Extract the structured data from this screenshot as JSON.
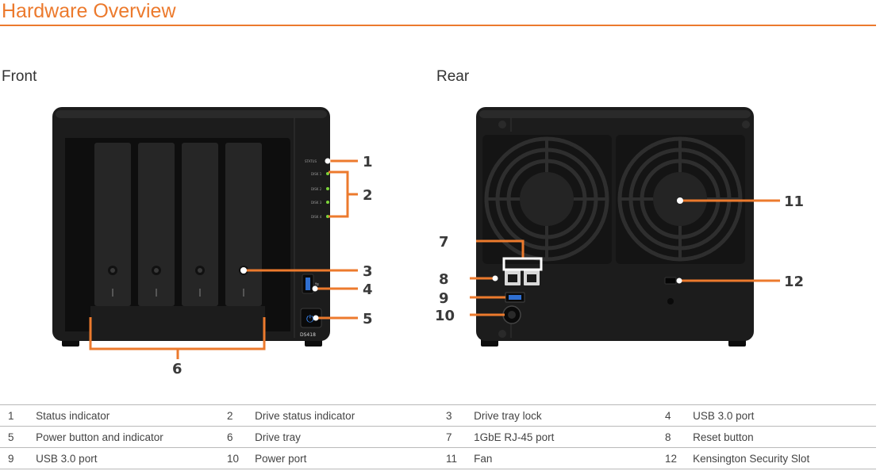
{
  "page": {
    "title": "Hardware Overview",
    "front_label": "Front",
    "rear_label": "Rear"
  },
  "colors": {
    "accent": "#ec7a2d",
    "device_body": "#1c1c1c",
    "led": "#7cd43a"
  },
  "device": {
    "model": "DS418",
    "front_indicators": [
      "STATUS",
      "DISK 1",
      "DISK 2",
      "DISK 3",
      "DISK 4"
    ]
  },
  "callouts": {
    "c1": "1",
    "c2": "2",
    "c3": "3",
    "c4": "4",
    "c5": "5",
    "c6": "6",
    "c7": "7",
    "c8": "8",
    "c9": "9",
    "c10": "10",
    "c11": "11",
    "c12": "12"
  },
  "legend": [
    [
      {
        "num": "1",
        "label": "Status indicator"
      },
      {
        "num": "2",
        "label": "Drive status indicator"
      },
      {
        "num": "3",
        "label": "Drive tray lock"
      },
      {
        "num": "4",
        "label": "USB 3.0 port"
      }
    ],
    [
      {
        "num": "5",
        "label": "Power button and indicator"
      },
      {
        "num": "6",
        "label": "Drive tray"
      },
      {
        "num": "7",
        "label": "1GbE RJ-45 port"
      },
      {
        "num": "8",
        "label": "Reset button"
      }
    ],
    [
      {
        "num": "9",
        "label": "USB 3.0 port"
      },
      {
        "num": "10",
        "label": "Power port"
      },
      {
        "num": "11",
        "label": "Fan"
      },
      {
        "num": "12",
        "label": "Kensington Security Slot"
      }
    ]
  ]
}
